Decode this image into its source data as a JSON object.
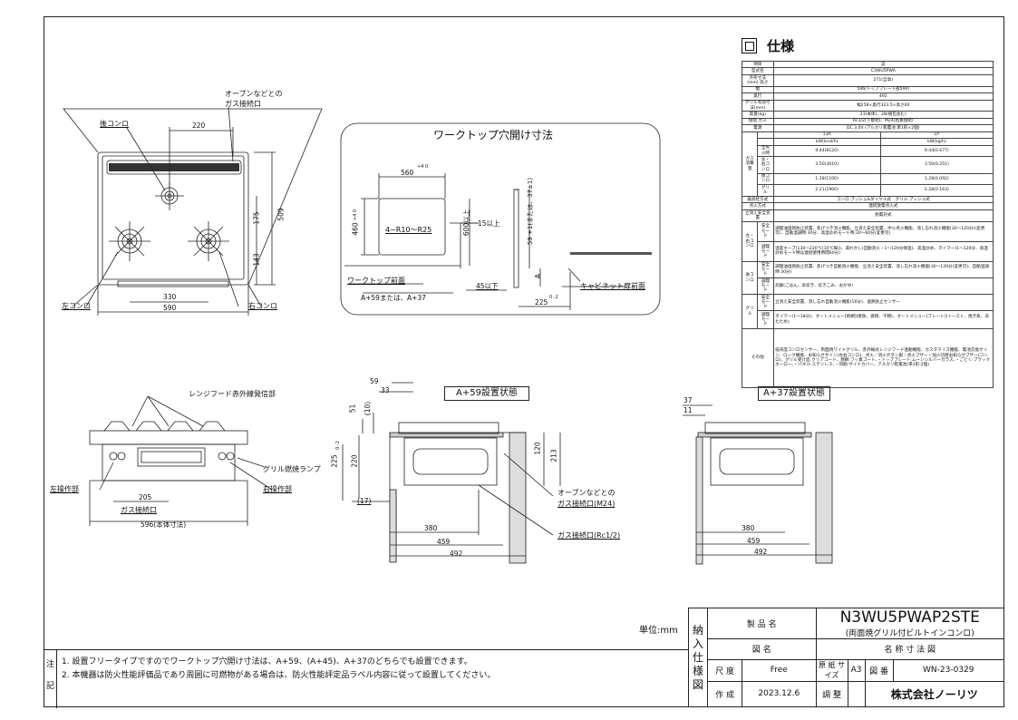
{
  "unit_label": "単位:mm",
  "top_view": {
    "oven_gas_label_1": "オーブンなどとの",
    "oven_gas_label_2": "ガス接続口",
    "rear_burner": "後コンロ",
    "left_burner": "左コンロ",
    "right_burner": "右コンロ",
    "dim_220": "220",
    "dim_509": "509",
    "dim_175": "175",
    "dim_143": "143",
    "dim_330": "330",
    "dim_590": "590"
  },
  "cutout": {
    "title": "ワークトップ穴開け寸法",
    "w560": "560",
    "w560_tol": "+4  0",
    "h460": "460",
    "h460_tol": "+4  0",
    "radius": "4−R10〜R25",
    "h600": "600以上",
    "d15": "15以上",
    "h59": "59 +1(または、37±1)",
    "front_label": "ワークトップ前面",
    "a_label": "A+59または、A+37",
    "d45": "45以下",
    "cabinet_front": "キャビネット扉前面",
    "d225": "225",
    "d225_tol": "0  -2",
    "a_mark": "A"
  },
  "front_view": {
    "hood_sensor": "レンジフード赤外線発信部",
    "grill_lamp": "グリル燃焼ランプ",
    "left_ops": "左操作部",
    "right_ops": "右操作部",
    "gas_port": "ガス接続口",
    "dim_205": "205",
    "dim_596": "596(本体寸法)"
  },
  "side59": {
    "title": "A+59設置状態",
    "d59": "59",
    "d33": "33",
    "d51": "51",
    "d10": "(10)",
    "d225": "225",
    "d225_tol": "0  -2",
    "d220": "220",
    "d120": "120",
    "d213": "213",
    "d17": "(17)",
    "d380": "380",
    "d459": "459",
    "d492": "492",
    "oven_gas_1": "オーブンなどとの",
    "oven_gas_2": "ガス接続口(M24)",
    "gas_rc": "ガス接続口(Rc1/2)"
  },
  "side37": {
    "title": "A+37設置状態",
    "d37": "37",
    "d11": "11",
    "d380": "380",
    "d459": "459",
    "d492": "492"
  },
  "spec": {
    "title": "仕様",
    "rows": [
      [
        "項目",
        "説"
      ],
      [
        "型式名",
        "C3WU5PWA"
      ],
      [
        "外形寸法(mm) 高さ",
        "271(全高)"
      ],
      [
        "幅",
        "596(トッププレート部590)"
      ],
      [
        "奥行",
        "492"
      ],
      [
        "グリル有効寸法(mm)",
        "幅258×奥行323.5×高さ60"
      ],
      [
        "質量(kg)",
        "23(本体)、28(梱包含む)"
      ],
      [
        "接続 ガス",
        "Rc1/2(下接続)、M24(右後接続)"
      ],
      [
        "電源",
        "DC 3.0V (アルカリ乾電池 単1形×2個)"
      ],
      [
        "",
        "13A",
        "LP"
      ],
      [
        "",
        "kW(kcal/h)",
        "kW(kg/h)"
      ],
      [
        "全点火時",
        "9.44(8120)",
        "9.44(0.677)"
      ],
      [
        "左・右コンロ",
        "3.50(3010)",
        "3.50(0.251)"
      ],
      [
        "後コンロ",
        "1.28(1100)",
        "1.28(0.092)"
      ],
      [
        "グリル",
        "2.21(1900)",
        "2.28(0.163)"
      ],
      [
        "器具栓方式",
        "コンロ:プッシュ&ダイヤル式　グリル:プッシュ式"
      ],
      [
        "点火方式",
        "連続放電点火式"
      ],
      [
        "立消え安全装置",
        "熱電対式"
      ]
    ],
    "lr_safety": "調理油過熱防止装置、焦げつき消火機能、立消え安全装置、中火点火機能、消し忘れ消火機能(30〜120分)(変更可)、自動温調時:30分、高温炒めモード時:30〜60分(変更可)",
    "lr_cook": "温度キープ(130〜220℃(10℃毎))、湯わかし(自動消火・1〜120分保温)、高温炒め、タイマー(1〜120分、高温炒めモード時は連続使用時間60分)",
    "rear_safety": "調理油過熱防止装置、焦げつき自動消火機能、立消え安全装置、消し忘れ消火機能(30〜120分(変更可)、自動温調時:30分)",
    "rear_cook": "炊飯(ごはん、早炊き、炊きこみ、おかゆ)",
    "grill_safety": "立消え安全装置、消し忘れ自動消火機能(16分)、過熱防止センサー",
    "grill_cook": "タイマー(1〜18分)、オートメニュー[焼網](焼魚、姿焼、干物)、オートメニュー[プレート](トースト、焼き魚、あたため)",
    "other": "低背度コンロセンサー、両面焼ワイドグリル、赤外線式レンジフード連動機能、カスタマイズ機能、電池交換サイン、ロック機能、お知らせサイン(左右コンロ)、点火／消火ボタン部／点火ブザー・加火切替お知らせブザー(コンロ)、グリル受け皿:クリアコート、焼網:フッ素コート、・トッププレート:ムーンシルバーガラス、・ごとく:ブラックホーロー、・パネル:ステンレス、・同梱:サイドカバー、アルカリ乾電池(単1形:2個)",
    "labels": {
      "gas_consumption": "ガス消費量",
      "lr_burner": "左・右コンロ",
      "rear_burner": "後コンロ",
      "grill": "グリル",
      "other": "その他",
      "safety_mode": "安全モード",
      "cook_mode": "調理モード"
    }
  },
  "title_block": {
    "delivery": "納入仕様図",
    "product_name_label": "製 品 名",
    "product_code": "N3WU5PWAP2STE",
    "product_desc": "(両面焼グリル付ビルトインコンロ)",
    "drawing_name_label": "図 名",
    "drawing_name": "名 称 寸 法 図",
    "scale_label": "尺 度",
    "scale": "Free",
    "paper_label": "原 紙 サイズ",
    "paper": "A3",
    "drawing_no_label": "図 番",
    "drawing_no": "WN-23-0329",
    "created_label": "作 成",
    "created": "2023.12.6",
    "checked_label": "調 整",
    "company": "株式会社ノーリツ"
  },
  "notes": {
    "side_label_1": "注",
    "side_label_2": "記",
    "line1": "1. 設置フリータイプですのでワークトップ穴開け寸法は、A+59、(A+45)、A+37のどちらでも設置できます。",
    "line2": "2. 本機器は防火性能評価品であり周囲に可燃物がある場合は、防火性能評定品ラベル内容に従って設置してください。"
  }
}
